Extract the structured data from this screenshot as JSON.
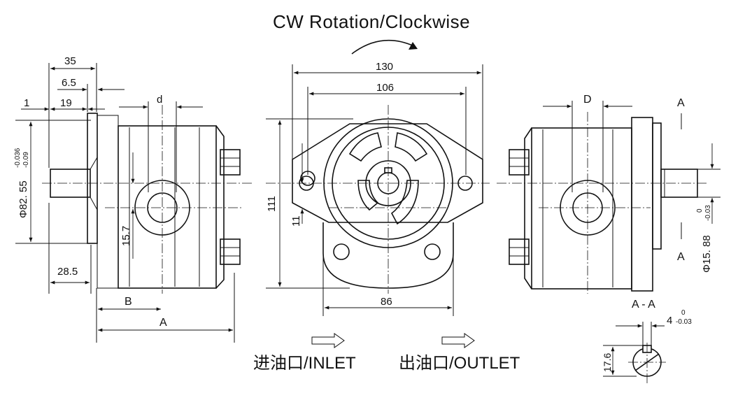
{
  "title": "CW Rotation/Clockwise",
  "labels": {
    "inlet": "进油口/INLET",
    "outlet": "出油口/OUTLET",
    "section": "A - A",
    "section_mark_top": "A",
    "section_mark_bottom": "A"
  },
  "dimensions": {
    "d35": "35",
    "d6_5": "6.5",
    "d1": "1",
    "d19": "19",
    "dd": "d",
    "shaft_dia_main": "Φ82. 55",
    "shaft_dia_upper_tol": "-0.036",
    "shaft_dia_lower_tol": "-0.09",
    "d15_7": "15.7",
    "d28_5": "28.5",
    "dB": "B",
    "dA": "A",
    "d130": "130",
    "d106": "106",
    "d111": "111",
    "d11": "11",
    "d86": "86",
    "dD": "D",
    "shaft2_dia_main": "Φ15. 88",
    "shaft2_upper_tol": "0",
    "shaft2_lower_tol": "-0.03",
    "key_main": "4",
    "key_upper_tol": "0",
    "key_lower_tol": "-0.03",
    "d17_6": "17.6"
  },
  "colors": {
    "ink": "#111111",
    "paper": "#ffffff"
  }
}
